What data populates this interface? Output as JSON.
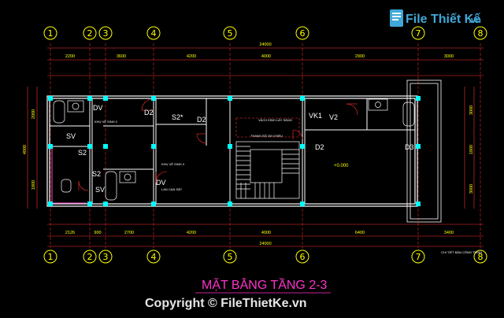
{
  "title": "MẶT BẰNG TẦNG 2-3",
  "watermark": "Copyright © FileThietKe.vn",
  "logo": "File Thiết Kế",
  "logo_domain": ".vn",
  "grid_numbers_top": [
    "1",
    "2",
    "3",
    "4",
    "5",
    "6",
    "7",
    "8"
  ],
  "grid_numbers_bottom": [
    "1",
    "2",
    "3",
    "4",
    "5",
    "6",
    "7",
    "8"
  ],
  "overall_dimension_top": "24000",
  "overall_dimension_bottom": "24000",
  "dims_top": [
    "2200",
    "3600",
    "4200",
    "4000",
    "2900",
    "3000"
  ],
  "dims_bottom": [
    "2126",
    "900",
    "2700",
    "4200",
    "4000",
    "6400",
    "3400"
  ],
  "dims_left": [
    "4000",
    "2000",
    "1800"
  ],
  "dims_right": [
    "3000",
    "1800",
    "3000"
  ],
  "room_labels": [
    "DV",
    "S2",
    "D2",
    "S2*",
    "D2",
    "VK1",
    "V2",
    "D2",
    "SV",
    "S2",
    "D3",
    "SV",
    "DV"
  ],
  "small_labels": {
    "stair": "THANG BỘ 2M CHIẾU",
    "void": "VÁCH KÍNH LẤY SÁNG",
    "level": "+0.000",
    "wc1": "KHU VỆ SINH 2",
    "wc2": "KHU VỆ SINH 3",
    "balcony": "LAN CAN SẮT",
    "legend": "CHI TIẾT BẢN CÔNG TRÌNH"
  },
  "colors": {
    "grid_text": "#ffff00",
    "wall": "#ffffff",
    "column": "#00ffff",
    "dim": "#ff3333",
    "title": "#ff33cc",
    "watermark": "#e6e6e6",
    "logo": "#3fa8d8"
  }
}
